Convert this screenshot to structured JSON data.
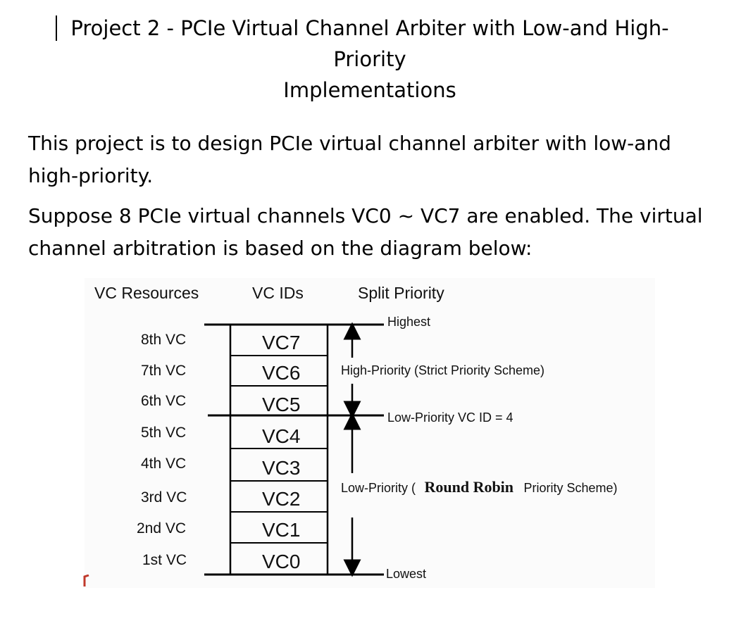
{
  "document": {
    "title_line1": "Project 2 - PCIe Virtual Channel Arbiter with Low-and High-Priority",
    "title_line2": "Implementations",
    "paragraph1": "This project is to design PCIe virtual channel arbiter with low-and high-priority.",
    "paragraph2": "Suppose 8 PCIe virtual channels VC0 ~ VC7 are enabled. The virtual channel arbitration is based on the diagram below:"
  },
  "diagram": {
    "headers": {
      "resources": "VC Resources",
      "ids": "VC IDs",
      "priority": "Split Priority"
    },
    "resources": [
      "8th VC",
      "7th VC",
      "6th VC",
      "5th VC",
      "4th VC",
      "3rd VC",
      "2nd VC",
      "1st VC"
    ],
    "vc_ids": [
      "VC7",
      "VC6",
      "VC5",
      "VC4",
      "VC3",
      "VC2",
      "VC1",
      "VC0"
    ],
    "highest": "Highest",
    "high_priority": "High-Priority (Strict Priority Scheme)",
    "low_priority_id": "Low-Priority VC ID = 4",
    "low_priority_prefix": "Low-Priority (",
    "round_robin": "Round Robin",
    "low_priority_suffix": "Priority Scheme)",
    "lowest": "Lowest",
    "colors": {
      "text": "#111111",
      "lines": "#000000",
      "marker": "#c0392b"
    }
  }
}
